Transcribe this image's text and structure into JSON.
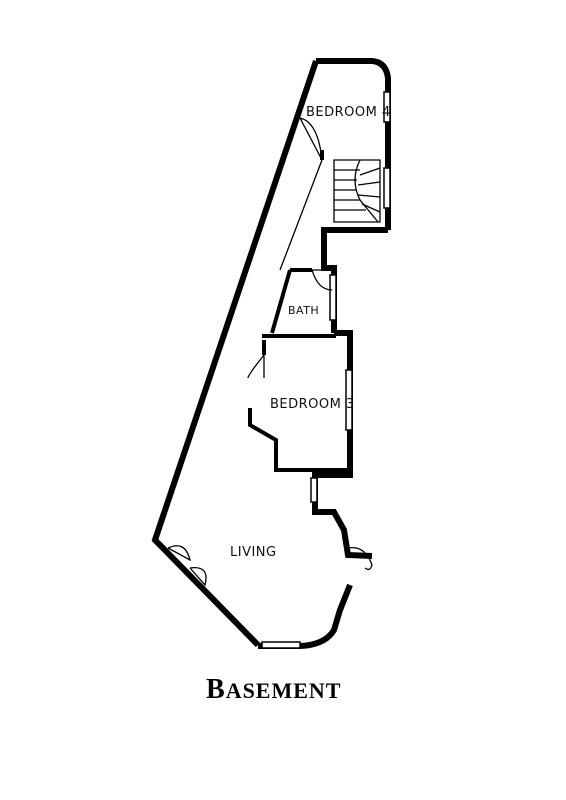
{
  "plan": {
    "title_initial": "B",
    "title_rest": "ASEMENT",
    "rooms": {
      "bedroom4": "BEDROOM 4",
      "bath": "BATH",
      "bedroom3": "BEDROOM 3",
      "living": "LIVING"
    }
  }
}
